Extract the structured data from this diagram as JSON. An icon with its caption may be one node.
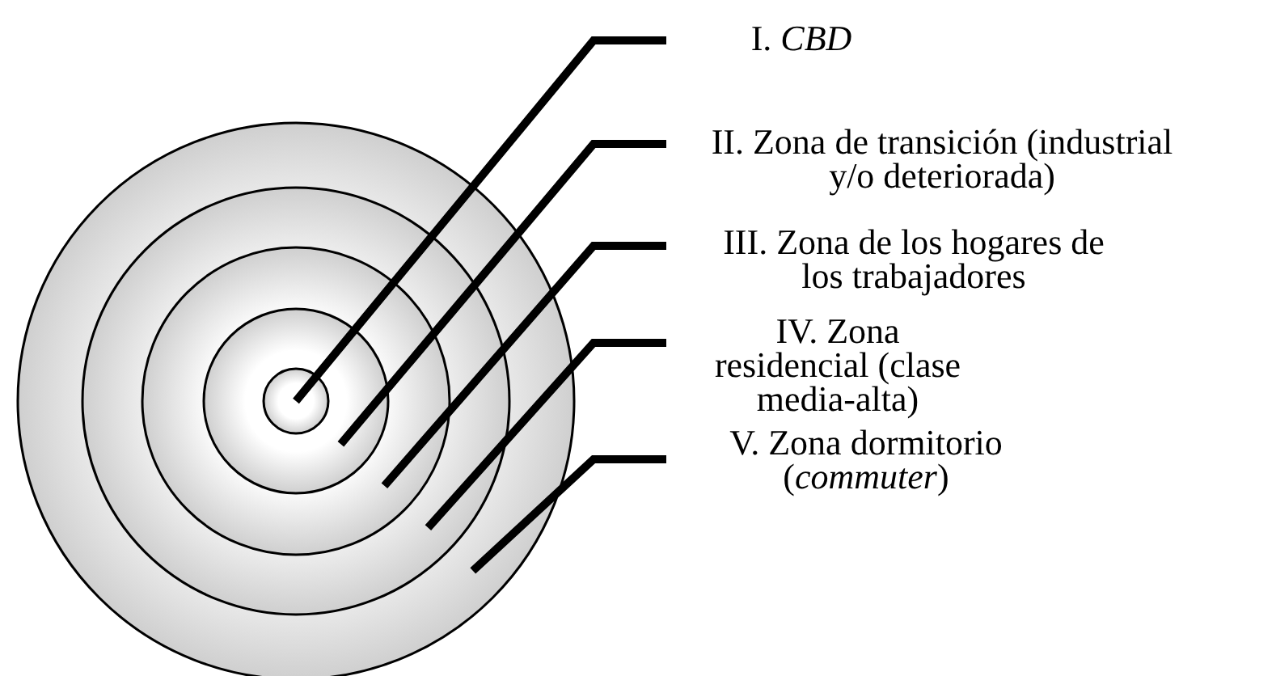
{
  "diagram": {
    "nodes": [
      {
        "text": [
          "I. *CBD*"
        ]
      },
      {
        "text": [
          "II. Zona de transición (industrial y/o deteriorada)"
        ]
      },
      {
        "text": [
          "III. Zona de los hogares de los trabajadores"
        ]
      },
      {
        "text": [
          "IV. Zona residencial (clase media-alta)"
        ]
      },
      {
        "text": [
          "V. Zona dormitorio (*commuter*)"
        ]
      },
      {
        "text": [],
        "shape": "circle",
        "in": 6
      },
      {
        "text": [],
        "shape": "circle",
        "in": 7
      },
      {
        "text": [],
        "shape": "circle",
        "in": 8
      },
      {
        "text": [],
        "shape": "circle",
        "in": 9
      },
      {
        "text": [],
        "shape": "circle"
      }
    ],
    "edges": [
      {
        "from": 0,
        "to": 5,
        "arrow": "none"
      },
      {
        "from": 1,
        "to": 6,
        "arrow": "none"
      },
      {
        "from": 2,
        "to": 7,
        "arrow": "none"
      },
      {
        "from": 3,
        "to": 8,
        "arrow": "none"
      },
      {
        "from": 4,
        "to": 9,
        "arrow": "none"
      }
    ]
  }
}
